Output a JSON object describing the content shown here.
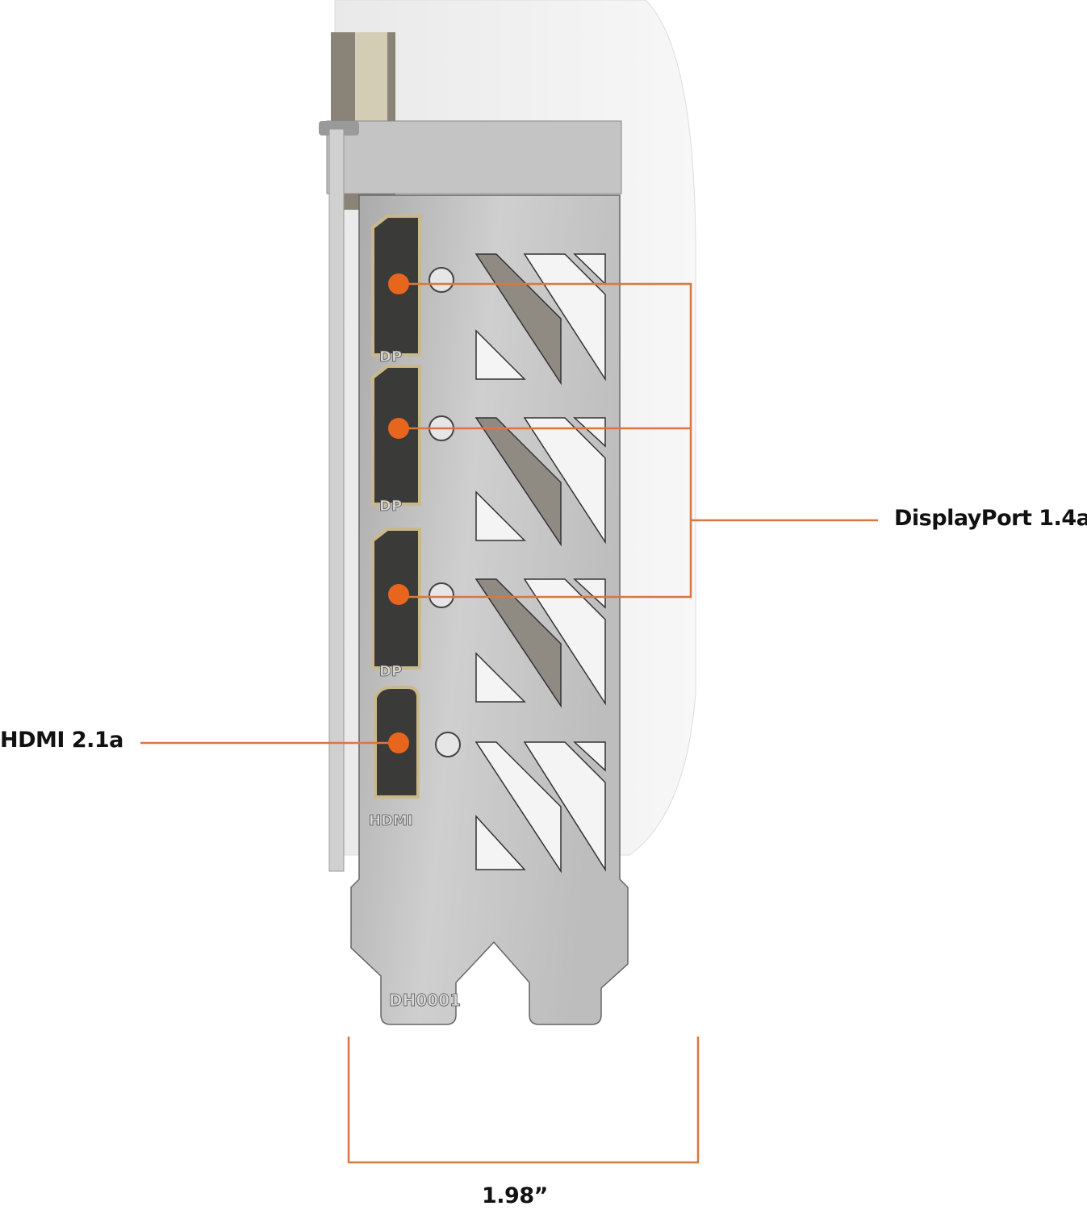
{
  "callouts": {
    "displayport": "DisplayPort 1.4a",
    "hdmi": "HDMI 2.1a",
    "width": "1.98”"
  },
  "bracket_labels": {
    "dp": "DP",
    "hdmi": "HDMI",
    "part_code": "DH0001"
  },
  "colors": {
    "accent": "#e8651e",
    "line": "#d9773f",
    "bracket": "#b9b9b9",
    "connector_gold": "#c9b98a"
  }
}
